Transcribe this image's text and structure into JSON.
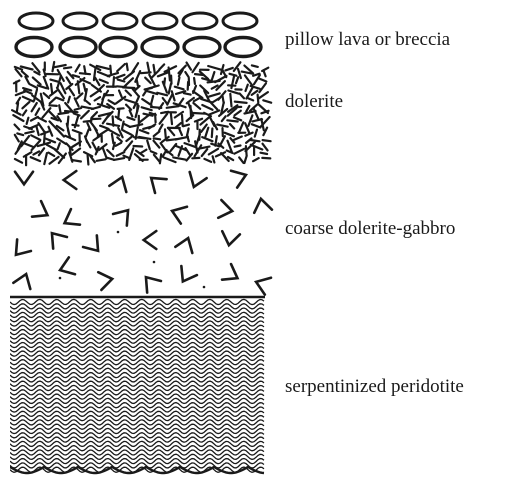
{
  "layers": [
    {
      "id": "pillow",
      "label": "pillow lava or breccia"
    },
    {
      "id": "dolerite",
      "label": "dolerite"
    },
    {
      "id": "coarse",
      "label": "coarse dolerite-gabbro"
    },
    {
      "id": "serpentinite",
      "label": "serpentinized peridotite"
    }
  ],
  "colors": {
    "ink": "#1a1a1a",
    "background": "#ffffff"
  }
}
